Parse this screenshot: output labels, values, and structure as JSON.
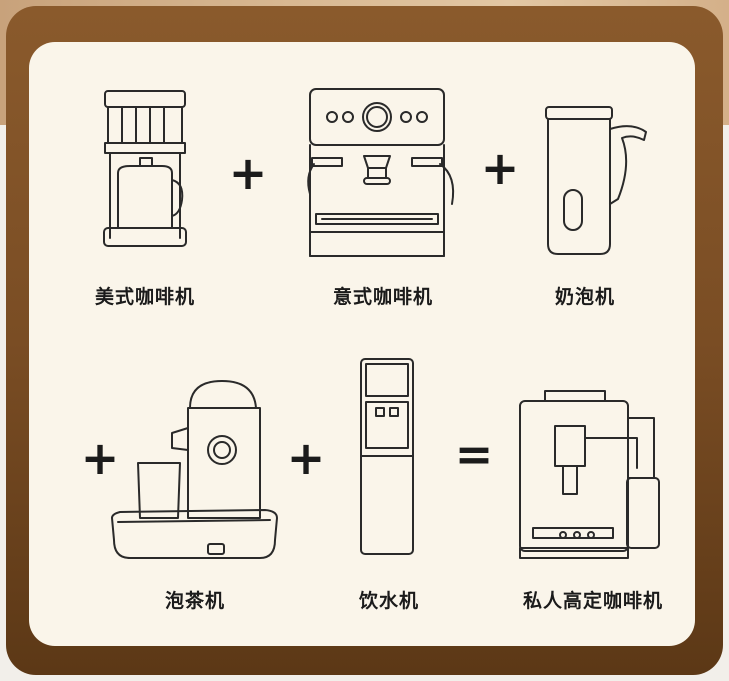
{
  "appliances": [
    {
      "id": "drip",
      "label": "美式咖啡机",
      "icon": "drip-coffee-maker-icon"
    },
    {
      "id": "espresso",
      "label": "意式咖啡机",
      "icon": "espresso-machine-icon"
    },
    {
      "id": "frother",
      "label": "奶泡机",
      "icon": "milk-frother-icon"
    },
    {
      "id": "tea",
      "label": "泡茶机",
      "icon": "tea-maker-icon"
    },
    {
      "id": "water",
      "label": "饮水机",
      "icon": "water-dispenser-icon"
    },
    {
      "id": "result",
      "label": "私人高定咖啡机",
      "icon": "automatic-coffee-machine-icon"
    }
  ],
  "operators": {
    "plus": "+",
    "equals": "="
  },
  "colors": {
    "frame": "#7a4d24",
    "panel": "#faf5ea",
    "ink": "#1b1b1b"
  }
}
